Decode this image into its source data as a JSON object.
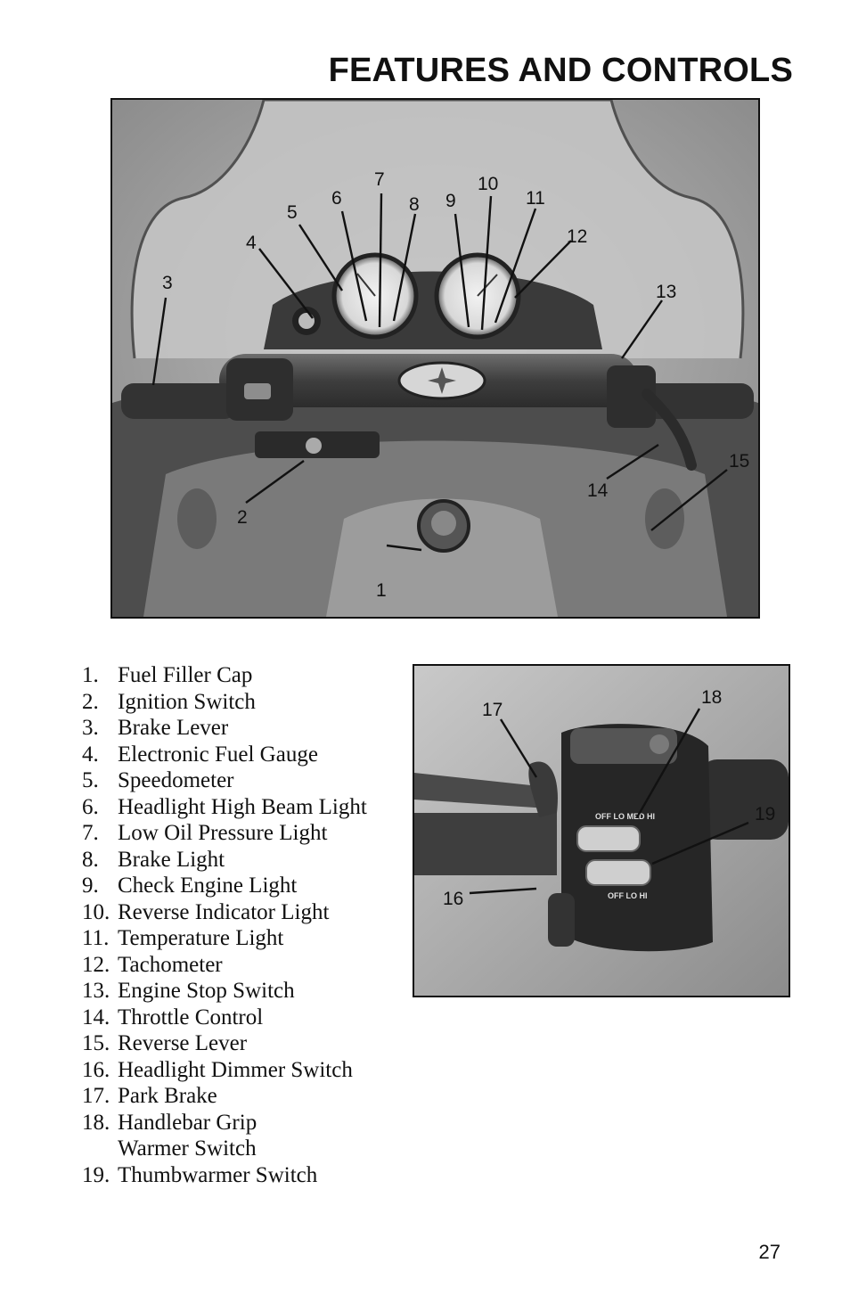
{
  "page": {
    "title": "FEATURES AND CONTROLS",
    "page_number": "27"
  },
  "figure_main": {
    "callouts": [
      "1",
      "2",
      "3",
      "4",
      "5",
      "6",
      "7",
      "8",
      "9",
      "10",
      "11",
      "12",
      "13",
      "14",
      "15"
    ]
  },
  "figure_detail": {
    "callouts": [
      "16",
      "17",
      "18",
      "19"
    ],
    "switch_text_upper": "OFF LO MED HI",
    "switch_text_lower": "OFF LO HI"
  },
  "legend": [
    {
      "num": "1.",
      "text": "Fuel Filler Cap"
    },
    {
      "num": "2.",
      "text": "Ignition Switch"
    },
    {
      "num": "3.",
      "text": "Brake Lever"
    },
    {
      "num": "4.",
      "text": "Electronic Fuel Gauge"
    },
    {
      "num": "5.",
      "text": "Speedometer"
    },
    {
      "num": "6.",
      "text": "Headlight High Beam Light"
    },
    {
      "num": "7.",
      "text": "Low Oil Pressure Light"
    },
    {
      "num": "8.",
      "text": "Brake Light"
    },
    {
      "num": "9.",
      "text": "Check Engine Light"
    },
    {
      "num": "10.",
      "text": "Reverse Indicator Light"
    },
    {
      "num": "11.",
      "text": "Temperature Light"
    },
    {
      "num": "12.",
      "text": "Tachometer"
    },
    {
      "num": "13.",
      "text": "Engine Stop Switch"
    },
    {
      "num": "14.",
      "text": "Throttle Control"
    },
    {
      "num": "15.",
      "text": "Reverse Lever"
    },
    {
      "num": "16.",
      "text": "Headlight Dimmer Switch"
    },
    {
      "num": "17.",
      "text": "Park Brake"
    },
    {
      "num": "18.",
      "text": "Handlebar Grip\nWarmer Switch"
    },
    {
      "num": "19.",
      "text": "Thumbwarmer Switch"
    }
  ]
}
